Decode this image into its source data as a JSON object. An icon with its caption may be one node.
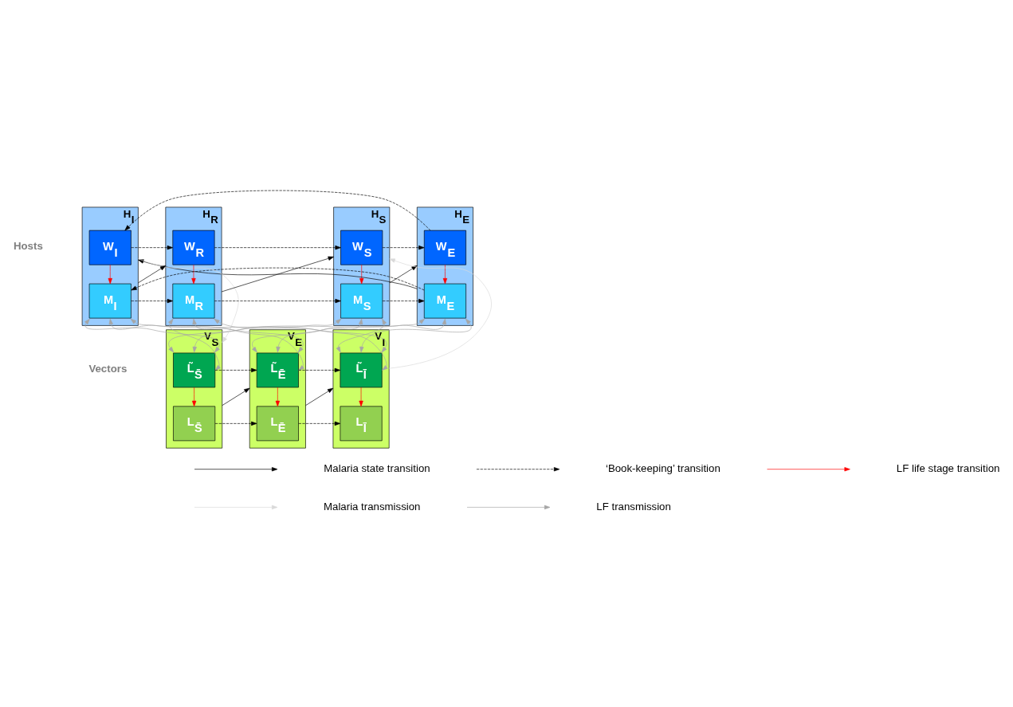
{
  "diagram": {
    "nodes": [
      {
        "text": [
          "H$_{S}$"
        ]
      },
      {
        "text": [
          "W$_{S}$"
        ],
        "in": 0
      },
      {
        "text": [
          "M$_{S}$"
        ],
        "in": 0
      },
      {
        "text": [
          "H$_{E}$"
        ]
      },
      {
        "text": [
          "W$_{E}$"
        ],
        "in": 3
      },
      {
        "text": [
          "M$_{E}$"
        ],
        "in": 3
      },
      {
        "text": [
          "H$_{I}$"
        ]
      },
      {
        "text": [
          "W$_{I}$"
        ],
        "in": 6
      },
      {
        "text": [
          "M$_{I}$"
        ],
        "in": 6
      },
      {
        "text": [
          "H$_{R}$"
        ]
      },
      {
        "text": [
          "W$_{R}$"
        ],
        "in": 9
      },
      {
        "text": [
          "M$_{R}$"
        ],
        "in": 9
      },
      {
        "text": [
          "V$_{S}$"
        ]
      },
      {
        "text": [
          "L̃$_{S̄}$"
        ],
        "in": 12
      },
      {
        "text": [
          "L$_{S̄}$"
        ],
        "in": 12
      },
      {
        "text": [
          "V$_{E}$"
        ]
      },
      {
        "text": [
          "L̃$_{Ē}$"
        ],
        "in": 15
      },
      {
        "text": [
          "L$_{Ē}$"
        ],
        "in": 15
      },
      {
        "text": [
          "V$_{I}$"
        ]
      },
      {
        "text": [
          "L̃$_{Ī}$"
        ],
        "in": 18
      },
      {
        "text": [
          "L$_{Ī}$"
        ],
        "in": 18
      }
    ],
    "edges": [
      {
        "from": 0,
        "to": 3,
        "arrow": "to"
      },
      {
        "from": 3,
        "to": 6,
        "arrow": "to"
      },
      {
        "from": 6,
        "to": 9,
        "arrow": "to"
      },
      {
        "from": 9,
        "to": 0,
        "arrow": "to"
      },
      {
        "from": 1,
        "to": 2,
        "arrow": "to",
        "color": "#ff0000"
      },
      {
        "from": 4,
        "to": 5,
        "arrow": "to",
        "color": "#ff0000"
      },
      {
        "from": 7,
        "to": 8,
        "arrow": "to",
        "color": "#ff0000"
      },
      {
        "from": 10,
        "to": 11,
        "arrow": "to",
        "color": "#ff0000"
      },
      {
        "from": 1,
        "to": 4,
        "arrow": "to",
        "style": "dashed"
      },
      {
        "from": 4,
        "to": 7,
        "arrow": "to",
        "style": "dashed"
      },
      {
        "from": 7,
        "to": 10,
        "arrow": "to",
        "style": "dashed"
      },
      {
        "from": 10,
        "to": 1,
        "arrow": "to",
        "style": "dashed"
      },
      {
        "from": 2,
        "to": 5,
        "arrow": "to",
        "style": "dashed"
      },
      {
        "from": 5,
        "to": 8,
        "arrow": "to",
        "style": "dashed"
      },
      {
        "from": 8,
        "to": 11,
        "arrow": "to",
        "style": "dashed"
      },
      {
        "from": 11,
        "to": 2,
        "arrow": "to",
        "style": "dashed"
      },
      {
        "from": 12,
        "to": 15,
        "arrow": "to"
      },
      {
        "from": 15,
        "to": 18,
        "arrow": "to"
      },
      {
        "from": 13,
        "to": 14,
        "arrow": "to",
        "color": "#ff0000"
      },
      {
        "from": 16,
        "to": 17,
        "arrow": "to",
        "color": "#ff0000"
      },
      {
        "from": 19,
        "to": 20,
        "arrow": "to",
        "color": "#ff0000"
      },
      {
        "from": 13,
        "to": 16,
        "arrow": "to",
        "style": "dashed"
      },
      {
        "from": 16,
        "to": 19,
        "arrow": "to",
        "style": "dashed"
      },
      {
        "from": 14,
        "to": 17,
        "arrow": "to",
        "style": "dashed"
      },
      {
        "from": 17,
        "to": 20,
        "arrow": "to",
        "style": "dashed"
      },
      {
        "from": 2,
        "to": 13,
        "arrow": "both",
        "color": "#a6a6a6"
      },
      {
        "from": 2,
        "to": 16,
        "arrow": "both",
        "color": "#a6a6a6"
      },
      {
        "from": 2,
        "to": 19,
        "arrow": "both",
        "color": "#a6a6a6"
      },
      {
        "from": 5,
        "to": 13,
        "arrow": "both",
        "color": "#a6a6a6"
      },
      {
        "from": 5,
        "to": 16,
        "arrow": "both",
        "color": "#a6a6a6"
      },
      {
        "from": 5,
        "to": 19,
        "arrow": "both",
        "color": "#a6a6a6"
      },
      {
        "from": 8,
        "to": 13,
        "arrow": "both",
        "color": "#a6a6a6"
      },
      {
        "from": 8,
        "to": 16,
        "arrow": "both",
        "color": "#a6a6a6"
      },
      {
        "from": 8,
        "to": 19,
        "arrow": "both",
        "color": "#a6a6a6"
      },
      {
        "from": 11,
        "to": 13,
        "arrow": "both",
        "color": "#a6a6a6"
      },
      {
        "from": 11,
        "to": 16,
        "arrow": "both",
        "color": "#a6a6a6"
      },
      {
        "from": 11,
        "to": 19,
        "arrow": "both",
        "color": "#a6a6a6"
      },
      {
        "from": 18,
        "to": 0,
        "arrow": "to",
        "color": "#d9d9d9"
      },
      {
        "from": 6,
        "to": 12,
        "arrow": "to",
        "color": "#d9d9d9"
      }
    ],
    "labels": [
      "Hosts",
      "Vectors"
    ],
    "legend": [
      {
        "text": "Malaria state transition"
      },
      {
        "text": "‘Book-keeping’ transition"
      },
      {
        "text": "LF life stage transition"
      },
      {
        "text": "Malaria transmission"
      },
      {
        "text": "LF transmission"
      }
    ]
  }
}
